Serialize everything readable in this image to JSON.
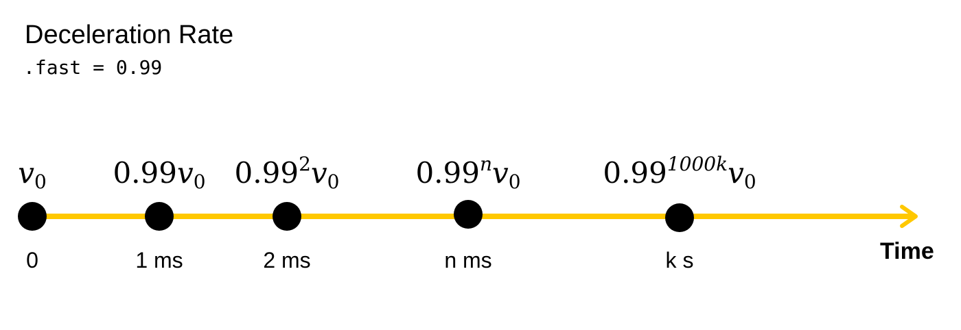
{
  "title": "Deceleration Rate",
  "subtitle": ".fast = 0.99",
  "axis_label": "Time",
  "colors": {
    "line": "#FFC800",
    "dot": "#000000"
  },
  "points": [
    {
      "time_label": "0",
      "base": "",
      "exponent": "",
      "var": "v",
      "var_sub": "0"
    },
    {
      "time_label": "1 ms",
      "base": "0.99",
      "exponent": "",
      "var": "v",
      "var_sub": "0"
    },
    {
      "time_label": "2 ms",
      "base": "0.99",
      "exponent": "2",
      "var": "v",
      "var_sub": "0"
    },
    {
      "time_label": "n ms",
      "base": "0.99",
      "exponent": "n",
      "var": "v",
      "var_sub": "0"
    },
    {
      "time_label": "k s",
      "base": "0.99",
      "exponent": "1000k",
      "var": "v",
      "var_sub": "0"
    }
  ]
}
